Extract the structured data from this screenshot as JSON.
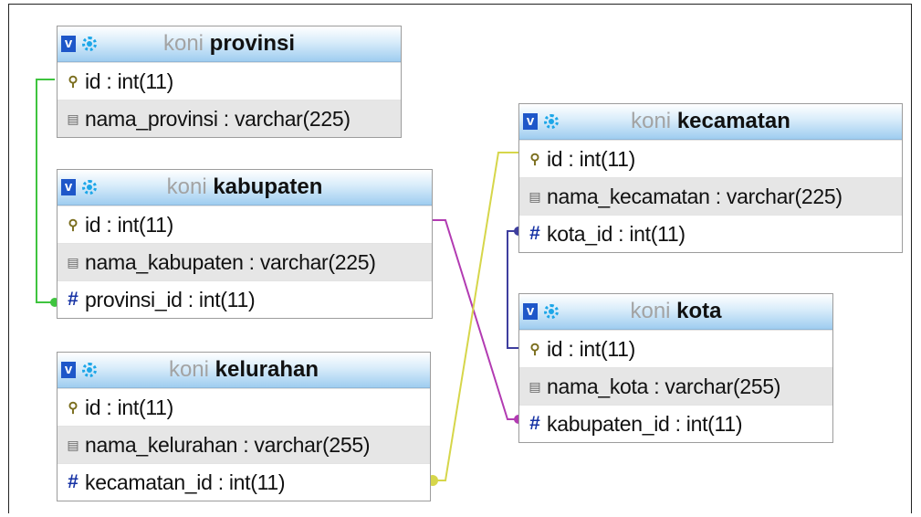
{
  "tables": {
    "provinsi": {
      "db": "koni",
      "name": "provinsi",
      "columns": [
        {
          "text": "id : int(11)",
          "icon": "key-icon"
        },
        {
          "text": "nama_provinsi : varchar(225)",
          "icon": "column-icon"
        }
      ]
    },
    "kabupaten": {
      "db": "koni",
      "name": "kabupaten",
      "columns": [
        {
          "text": "id : int(11)",
          "icon": "key-icon"
        },
        {
          "text": "nama_kabupaten : varchar(225)",
          "icon": "column-icon"
        },
        {
          "text": "provinsi_id : int(11)",
          "icon": "hash-icon"
        }
      ]
    },
    "kelurahan": {
      "db": "koni",
      "name": "kelurahan",
      "columns": [
        {
          "text": "id : int(11)",
          "icon": "key-icon"
        },
        {
          "text": "nama_kelurahan : varchar(255)",
          "icon": "column-icon"
        },
        {
          "text": "kecamatan_id : int(11)",
          "icon": "hash-icon"
        }
      ]
    },
    "kecamatan": {
      "db": "koni",
      "name": "kecamatan",
      "columns": [
        {
          "text": "id : int(11)",
          "icon": "key-icon"
        },
        {
          "text": "nama_kecamatan : varchar(225)",
          "icon": "column-icon"
        },
        {
          "text": "kota_id : int(11)",
          "icon": "hash-icon"
        }
      ]
    },
    "kota": {
      "db": "koni",
      "name": "kota",
      "columns": [
        {
          "text": "id : int(11)",
          "icon": "key-icon"
        },
        {
          "text": "nama_kota : varchar(255)",
          "icon": "column-icon"
        },
        {
          "text": "kabupaten_id : int(11)",
          "icon": "hash-icon"
        }
      ]
    }
  },
  "header_icons": {
    "toggle": "v",
    "options": "gear-icon"
  },
  "relations": [
    {
      "from": "kabupaten.provinsi_id",
      "to": "provinsi.id",
      "color": "#3fc43f"
    },
    {
      "from": "kota.kabupaten_id",
      "to": "kabupaten.id",
      "color": "#b23bb2"
    },
    {
      "from": "kelurahan.kecamatan_id",
      "to": "kecamatan.id",
      "color": "#d6d64a"
    },
    {
      "from": "kecamatan.kota_id",
      "to": "kota.id",
      "color": "#3e3e9e"
    }
  ]
}
